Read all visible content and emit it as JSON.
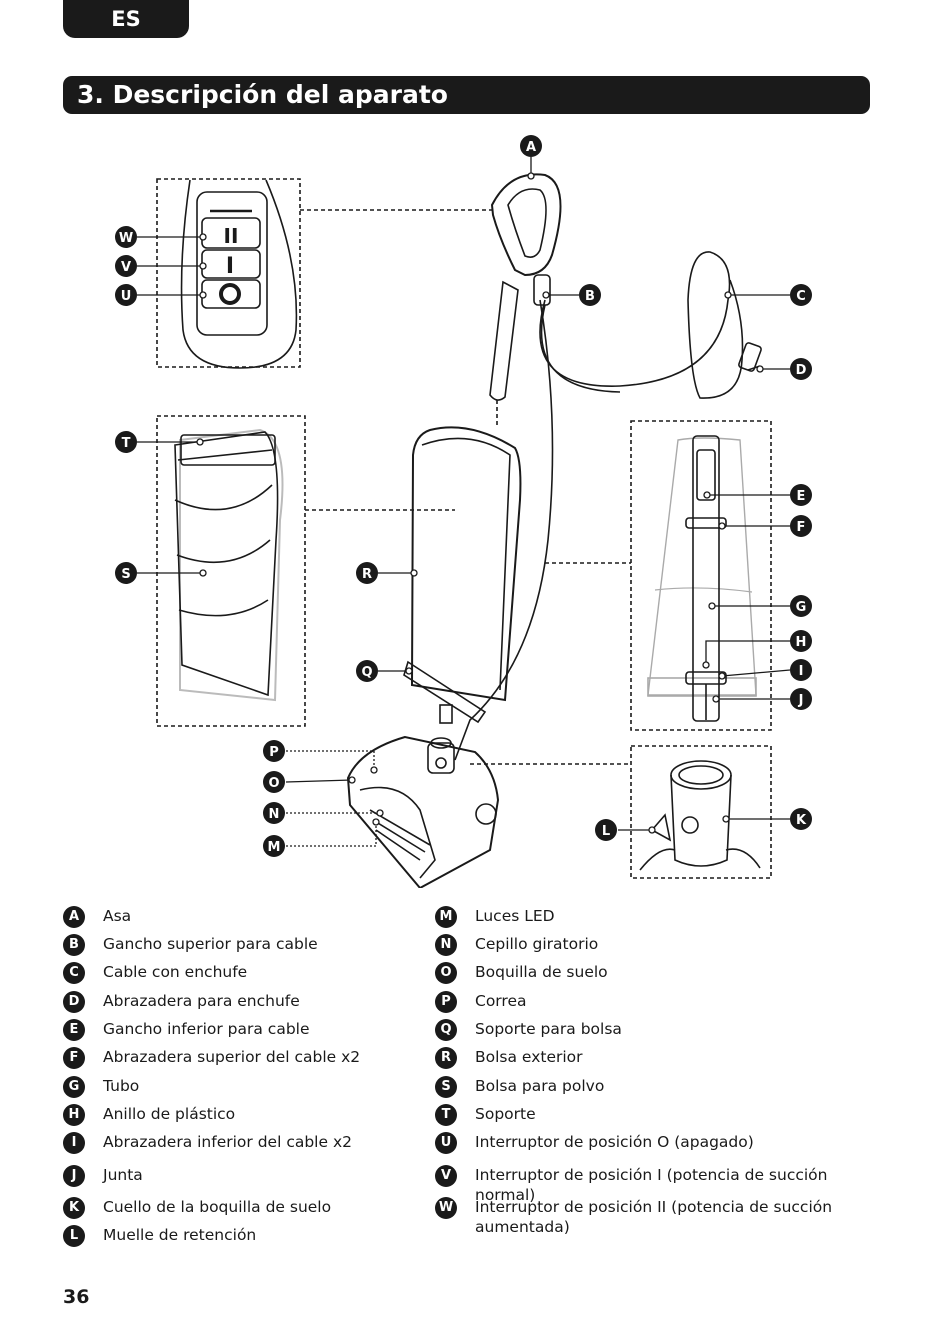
{
  "lang_tab": "ES",
  "section_title": "3. Descripción del aparato",
  "page_number": "36",
  "switch_symbols": {
    "two": "II",
    "one": "I"
  },
  "legend_left": [
    {
      "letter": "A",
      "text": "Asa"
    },
    {
      "letter": "B",
      "text": "Gancho superior para cable"
    },
    {
      "letter": "C",
      "text": "Cable con enchufe"
    },
    {
      "letter": "D",
      "text": "Abrazadera para enchufe"
    },
    {
      "letter": "E",
      "text": "Gancho inferior para cable"
    },
    {
      "letter": "F",
      "text": "Abrazadera superior del cable x2"
    },
    {
      "letter": "G",
      "text": "Tubo"
    },
    {
      "letter": "H",
      "text": "Anillo de plástico"
    },
    {
      "letter": "I",
      "text": "Abrazadera inferior del cable x2"
    },
    {
      "letter": "J",
      "text": "Junta"
    },
    {
      "letter": "K",
      "text": "Cuello de la boquilla de suelo"
    },
    {
      "letter": "L",
      "text": "Muelle de retención"
    }
  ],
  "legend_right": [
    {
      "letter": "M",
      "text": "Luces LED"
    },
    {
      "letter": "N",
      "text": "Cepillo giratorio"
    },
    {
      "letter": "O",
      "text": "Boquilla de suelo"
    },
    {
      "letter": "P",
      "text": "Correa"
    },
    {
      "letter": "Q",
      "text": "Soporte para bolsa"
    },
    {
      "letter": "R",
      "text": "Bolsa exterior"
    },
    {
      "letter": "S",
      "text": "Bolsa para polvo"
    },
    {
      "letter": "T",
      "text": "Soporte"
    },
    {
      "letter": "U",
      "text": "Interruptor de posición O (apagado)"
    },
    {
      "letter": "V",
      "text": "Interruptor de posición I (potencia de succión normal)"
    },
    {
      "letter": "W",
      "text": "Interruptor de posición II (potencia de succión aumentada)"
    }
  ]
}
